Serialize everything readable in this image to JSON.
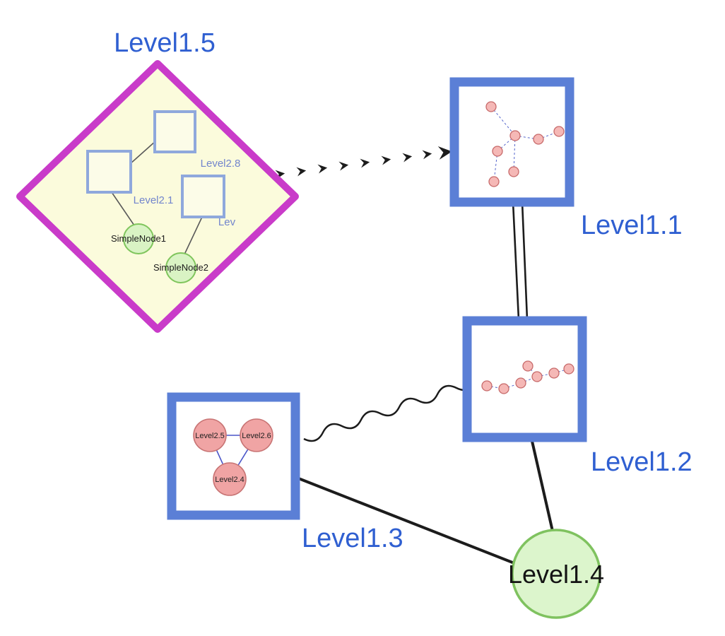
{
  "diagram": {
    "labels": {
      "level1_1": "Level1.1",
      "level1_2": "Level1.2",
      "level1_3": "Level1.3",
      "level1_4": "Level1.4",
      "level1_5": "Level1.5",
      "level2_1": "Level2.1",
      "level2_8": "Level2.8",
      "lev": "Lev",
      "simple_node1": "SimpleNode1",
      "simple_node2": "SimpleNode2",
      "level2_4": "Level2.4",
      "level2_5": "Level2.5",
      "level2_6": "Level2.6"
    },
    "colors": {
      "label_blue": "#2F5FD1",
      "label_black": "#141414",
      "diamond_border": "#C93BC9",
      "diamond_fill": "#FBFBDC",
      "group_border": "#5B7FD6",
      "group_fill": "#FFFFFF",
      "inner_square_border": "#8FA8DC",
      "green_fill": "#D9F3C4",
      "green_border": "#7FC55C",
      "pink_fill": "#F0A4A4",
      "pink_border": "#C87474",
      "mini_edge_blue": "#5566CC",
      "edge_black": "#1C1C1C"
    },
    "graph": {
      "top_nodes": [
        {
          "id": "Level1.5",
          "shape": "diamond",
          "type": "group",
          "children": [
            "Level2.8",
            "Level2.1",
            "Lev",
            "SimpleNode1",
            "SimpleNode2"
          ]
        },
        {
          "id": "Level1.1",
          "shape": "square",
          "type": "group",
          "children_count": 7
        },
        {
          "id": "Level1.2",
          "shape": "square",
          "type": "group",
          "children_count": 7
        },
        {
          "id": "Level1.3",
          "shape": "square",
          "type": "group",
          "children": [
            "Level2.5",
            "Level2.6",
            "Level2.4"
          ]
        },
        {
          "id": "Level1.4",
          "shape": "circle",
          "type": "leaf"
        }
      ],
      "top_edges": [
        {
          "from": "Level1.5",
          "to": "Level1.1",
          "style": "bold-dashed-arrow"
        },
        {
          "from": "Level1.1",
          "to": "Level1.2",
          "style": "double-line"
        },
        {
          "from": "Level1.2",
          "to": "Level1.3",
          "style": "wavy"
        },
        {
          "from": "Level1.3",
          "to": "Level1.4",
          "style": "solid"
        },
        {
          "from": "Level1.2",
          "to": "Level1.4",
          "style": "solid"
        }
      ],
      "inner_edges_level1_5": [
        {
          "from": "Level2.1",
          "to": "Level2.8"
        },
        {
          "from": "Level2.1",
          "to": "SimpleNode1"
        },
        {
          "from": "Lev",
          "to": "SimpleNode2"
        }
      ],
      "inner_edges_level1_3": [
        {
          "from": "Level2.5",
          "to": "Level2.6"
        },
        {
          "from": "Level2.5",
          "to": "Level2.4"
        },
        {
          "from": "Level2.6",
          "to": "Level2.4"
        }
      ]
    }
  }
}
